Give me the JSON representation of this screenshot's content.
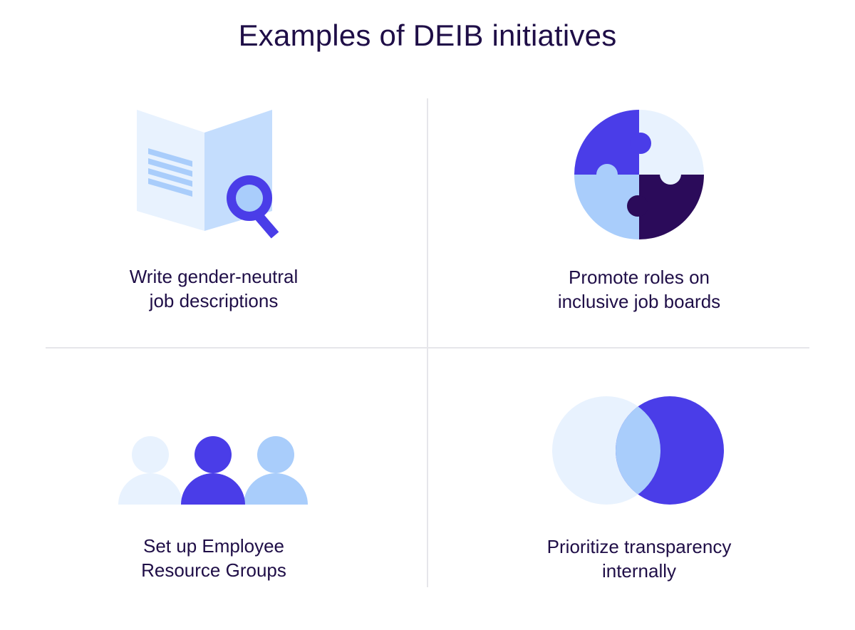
{
  "title": "Examples of DEIB initiatives",
  "colors": {
    "text": "#1f0e47",
    "primary": "#4a3de8",
    "light_blue": "#a9cdfb",
    "pale_blue": "#e8f2fe",
    "dark_purple": "#2b0b5a",
    "divider": "#e6e6ea"
  },
  "items": [
    {
      "icon": "document-magnifier-icon",
      "label_lines": [
        "Write gender-neutral",
        "job descriptions"
      ]
    },
    {
      "icon": "puzzle-circle-icon",
      "label_lines": [
        "Promote roles on",
        "inclusive job boards"
      ]
    },
    {
      "icon": "people-group-icon",
      "label_lines": [
        "Set up Employee",
        "Resource Groups"
      ]
    },
    {
      "icon": "venn-circles-icon",
      "label_lines": [
        "Prioritize transparency",
        "internally"
      ]
    }
  ]
}
